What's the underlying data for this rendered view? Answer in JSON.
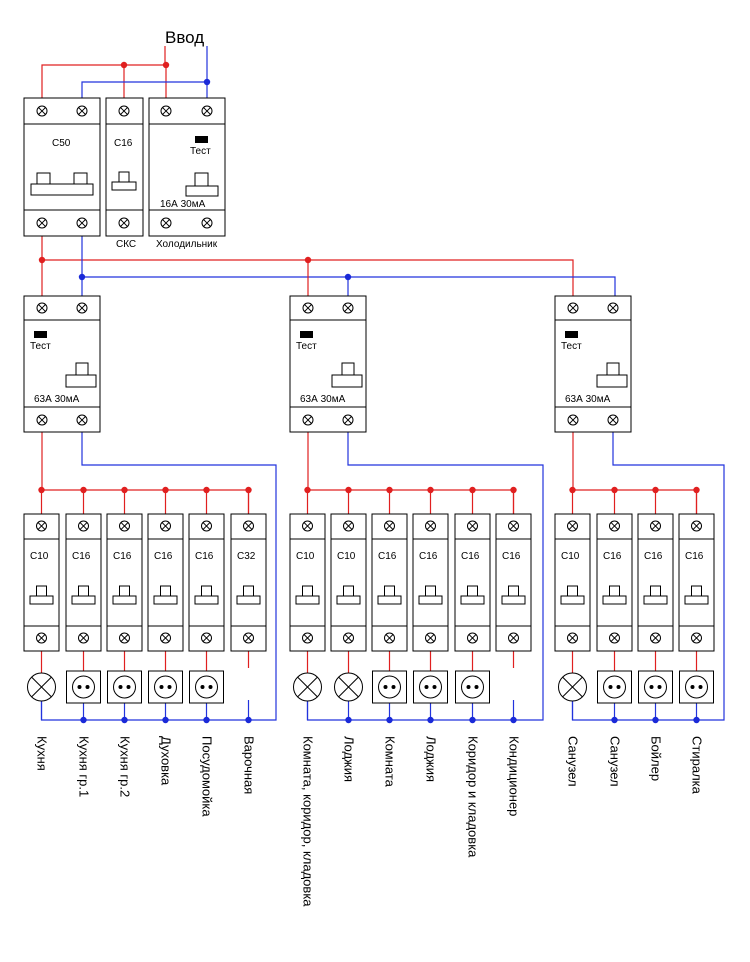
{
  "title": "Ввод",
  "top_row": {
    "main_breaker": "C50",
    "sks_breaker": "C16",
    "sks_caption": "СКС",
    "fridge_rcd_test": "Тест",
    "fridge_rcd_rating": "16А 30мА",
    "fridge_caption": "Холодильник"
  },
  "rcds": [
    {
      "test": "Тест",
      "rating": "63А 30мА"
    },
    {
      "test": "Тест",
      "rating": "63А 30мА"
    },
    {
      "test": "Тест",
      "rating": "63А 30мА"
    }
  ],
  "groups": [
    {
      "breakers": [
        {
          "rating": "C10",
          "load": "lamp",
          "label": "Кухня"
        },
        {
          "rating": "C16",
          "load": "socket",
          "label": "Кухня гр.1"
        },
        {
          "rating": "C16",
          "load": "socket",
          "label": "Кухня гр.2"
        },
        {
          "rating": "C16",
          "load": "socket",
          "label": "Духовка"
        },
        {
          "rating": "C16",
          "load": "socket",
          "label": "Посудомойка"
        },
        {
          "rating": "C32",
          "load": "wire",
          "label": "Варочная"
        }
      ]
    },
    {
      "breakers": [
        {
          "rating": "C10",
          "load": "lamp",
          "label": "Комната, коридор, кладовка"
        },
        {
          "rating": "C10",
          "load": "lamp",
          "label": "Лоджия"
        },
        {
          "rating": "C16",
          "load": "socket",
          "label": "Комната"
        },
        {
          "rating": "C16",
          "load": "socket",
          "label": "Лоджия"
        },
        {
          "rating": "C16",
          "load": "socket",
          "label": "Коридор и кладовка"
        },
        {
          "rating": "C16",
          "load": "wire",
          "label": "Кондиционер"
        }
      ]
    },
    {
      "breakers": [
        {
          "rating": "C10",
          "load": "lamp",
          "label": "Санузел"
        },
        {
          "rating": "C16",
          "load": "socket",
          "label": "Санузел"
        },
        {
          "rating": "C16",
          "load": "socket",
          "label": "Бойлер"
        },
        {
          "rating": "C16",
          "load": "socket",
          "label": "Стиралка"
        }
      ]
    }
  ],
  "colors": {
    "phase": "#e02020",
    "neutral": "#2233dd"
  },
  "icons": [
    "terminal-icon",
    "lamp-icon",
    "socket-icon",
    "test-button-icon"
  ]
}
